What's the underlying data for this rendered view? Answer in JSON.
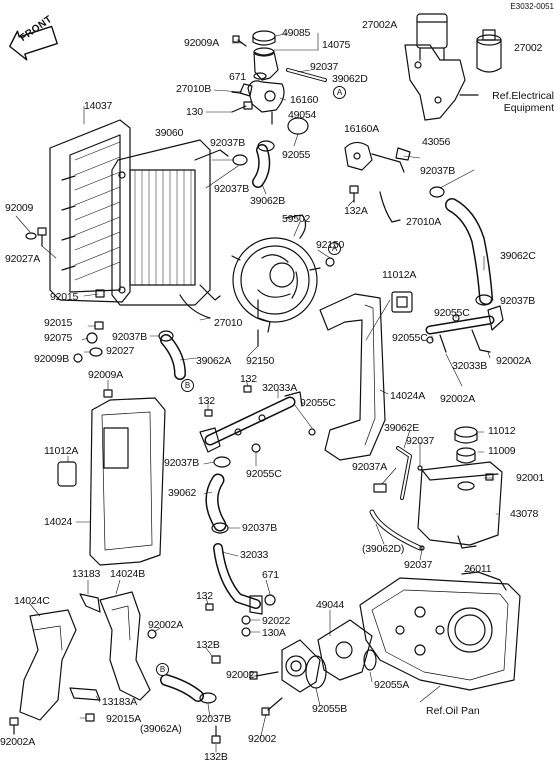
{
  "header": {
    "code": "E3032-0051",
    "front_label": "FRONT"
  },
  "callouts": [
    {
      "id": "c92009a_1",
      "text": "92009A"
    },
    {
      "id": "c49085",
      "text": "49085"
    },
    {
      "id": "c14075",
      "text": "14075"
    },
    {
      "id": "c27002a",
      "text": "27002A"
    },
    {
      "id": "c27002",
      "text": "27002"
    },
    {
      "id": "c671_1",
      "text": "671"
    },
    {
      "id": "c92037_1",
      "text": "92037"
    },
    {
      "id": "c39062d",
      "text": "39062D"
    },
    {
      "id": "c27010b",
      "text": "27010B"
    },
    {
      "id": "c16160",
      "text": "16160"
    },
    {
      "id": "c130_1",
      "text": "130"
    },
    {
      "id": "c14037",
      "text": "14037"
    },
    {
      "id": "c49054",
      "text": "49054"
    },
    {
      "id": "c16160a",
      "text": "16160A"
    },
    {
      "id": "c43056",
      "text": "43056"
    },
    {
      "id": "c39060",
      "text": "39060"
    },
    {
      "id": "c92037b_1",
      "text": "92037B"
    },
    {
      "id": "c92055_1",
      "text": "92055"
    },
    {
      "id": "c92037b_2",
      "text": "92037B"
    },
    {
      "id": "c92037b_3",
      "text": "92037B"
    },
    {
      "id": "c39062b",
      "text": "39062B"
    },
    {
      "id": "c92009",
      "text": "92009"
    },
    {
      "id": "c132a_1",
      "text": "132A"
    },
    {
      "id": "c27010a",
      "text": "27010A"
    },
    {
      "id": "c59502",
      "text": "59502"
    },
    {
      "id": "c92027a",
      "text": "92027A"
    },
    {
      "id": "c39062c",
      "text": "39062C"
    },
    {
      "id": "c92150_1",
      "text": "92150"
    },
    {
      "id": "c11012a_1",
      "text": "11012A"
    },
    {
      "id": "c92015_1",
      "text": "92015"
    },
    {
      "id": "c92037b_4",
      "text": "92037B"
    },
    {
      "id": "c92055c_1",
      "text": "92055C"
    },
    {
      "id": "c92015_2",
      "text": "92015"
    },
    {
      "id": "c27010",
      "text": "27010"
    },
    {
      "id": "c92075",
      "text": "92075"
    },
    {
      "id": "c92037b_5",
      "text": "92037B"
    },
    {
      "id": "c92055c_2",
      "text": "92055C"
    },
    {
      "id": "c92027",
      "text": "92027"
    },
    {
      "id": "c92009b",
      "text": "92009B"
    },
    {
      "id": "c39062a_1",
      "text": "39062A"
    },
    {
      "id": "c92150_2",
      "text": "92150"
    },
    {
      "id": "c32033b",
      "text": "32033B"
    },
    {
      "id": "c92002a_1",
      "text": "92002A"
    },
    {
      "id": "c92009a_2",
      "text": "92009A"
    },
    {
      "id": "c132_1",
      "text": "132"
    },
    {
      "id": "c32033a",
      "text": "32033A"
    },
    {
      "id": "c14024a",
      "text": "14024A"
    },
    {
      "id": "c92002a_2",
      "text": "92002A"
    },
    {
      "id": "c132_2",
      "text": "132"
    },
    {
      "id": "c92055c_3",
      "text": "92055C"
    },
    {
      "id": "c11012a_2",
      "text": "11012A"
    },
    {
      "id": "c39062e",
      "text": "39062E"
    },
    {
      "id": "c11012",
      "text": "11012"
    },
    {
      "id": "c92037_2",
      "text": "92037"
    },
    {
      "id": "c11009",
      "text": "11009"
    },
    {
      "id": "c92037b_6",
      "text": "92037B"
    },
    {
      "id": "c92055c_4",
      "text": "92055C"
    },
    {
      "id": "c92037a",
      "text": "92037A"
    },
    {
      "id": "c92001",
      "text": "92001"
    },
    {
      "id": "c39062",
      "text": "39062"
    },
    {
      "id": "c14024",
      "text": "14024"
    },
    {
      "id": "c43078",
      "text": "43078"
    },
    {
      "id": "c92037b_7",
      "text": "92037B"
    },
    {
      "id": "c39062d_2",
      "text": "(39062D)"
    },
    {
      "id": "c32033",
      "text": "32033"
    },
    {
      "id": "c92037_3",
      "text": "92037"
    },
    {
      "id": "c13183",
      "text": "13183"
    },
    {
      "id": "c14024b",
      "text": "14024B"
    },
    {
      "id": "c671_2",
      "text": "671"
    },
    {
      "id": "c26011",
      "text": "26011"
    },
    {
      "id": "c14024c",
      "text": "14024C"
    },
    {
      "id": "c132_3",
      "text": "132"
    },
    {
      "id": "c49044",
      "text": "49044"
    },
    {
      "id": "c92002a_3",
      "text": "92002A"
    },
    {
      "id": "c92022",
      "text": "92022"
    },
    {
      "id": "c130a",
      "text": "130A"
    },
    {
      "id": "c132b_1",
      "text": "132B"
    },
    {
      "id": "c92002_1",
      "text": "92002"
    },
    {
      "id": "c92055a",
      "text": "92055A"
    },
    {
      "id": "c13183a",
      "text": "13183A"
    },
    {
      "id": "c92015a",
      "text": "92015A"
    },
    {
      "id": "c92037b_8",
      "text": "92037B"
    },
    {
      "id": "c92055b",
      "text": "92055B"
    },
    {
      "id": "c39062a_2",
      "text": "(39062A)"
    },
    {
      "id": "c92002a_4",
      "text": "92002A"
    },
    {
      "id": "c92002_2",
      "text": "92002"
    },
    {
      "id": "c132b_2",
      "text": "132B"
    }
  ],
  "references": {
    "electrical": "Ref.Electrical Equipment",
    "oil_pan": "Ref.Oil Pan"
  },
  "markers": {
    "a": "A",
    "b": "B"
  }
}
